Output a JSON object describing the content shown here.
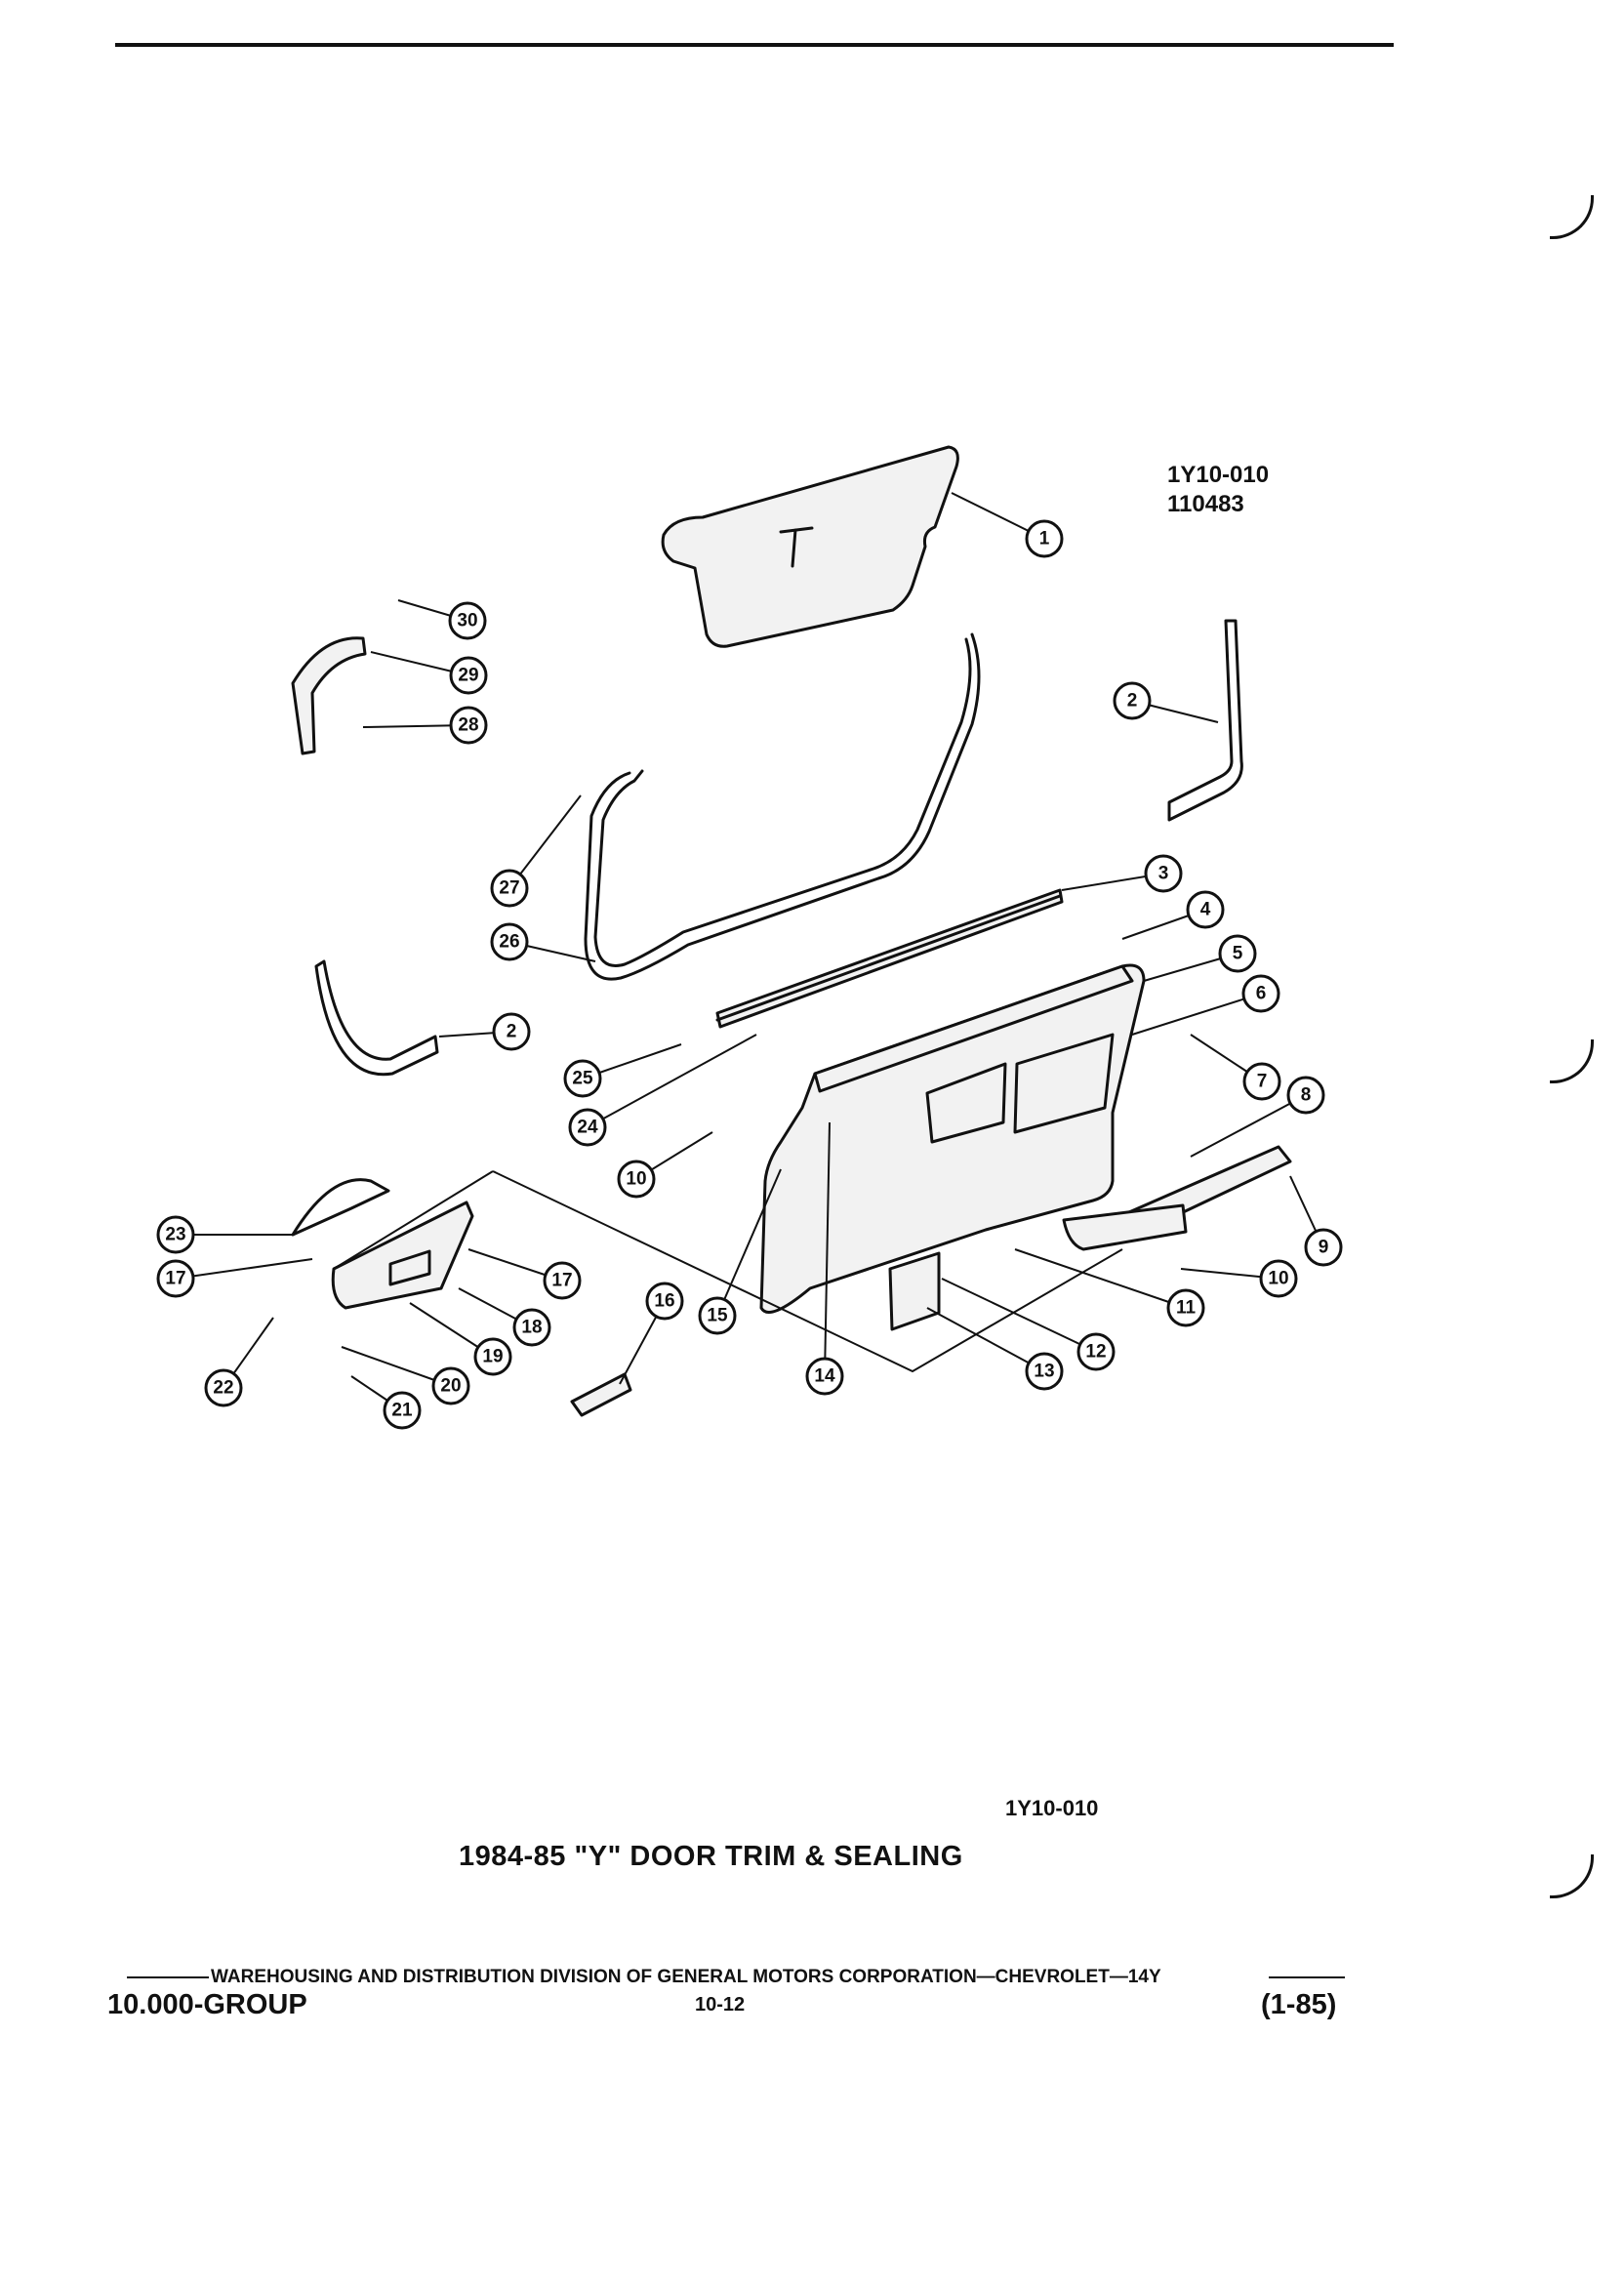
{
  "figure": {
    "code": "1Y10-010",
    "date_code": "110483",
    "id_bottom": "1Y10-010",
    "title": "1984-85 \"Y\" DOOR TRIM & SEALING"
  },
  "footer": {
    "credit": "WAREHOUSING AND DISTRIBUTION  DIVISION OF GENERAL MOTORS CORPORATION—CHEVROLET—14Y",
    "group": "10.000-GROUP",
    "page": "10-12",
    "revision": "(1-85)"
  },
  "callouts": [
    {
      "label": "1"
    },
    {
      "label": "2"
    },
    {
      "label": "2"
    },
    {
      "label": "3"
    },
    {
      "label": "4"
    },
    {
      "label": "5"
    },
    {
      "label": "6"
    },
    {
      "label": "7"
    },
    {
      "label": "8"
    },
    {
      "label": "9"
    },
    {
      "label": "10"
    },
    {
      "label": "10"
    },
    {
      "label": "11"
    },
    {
      "label": "12"
    },
    {
      "label": "13"
    },
    {
      "label": "14"
    },
    {
      "label": "15"
    },
    {
      "label": "16"
    },
    {
      "label": "17"
    },
    {
      "label": "17"
    },
    {
      "label": "18"
    },
    {
      "label": "19"
    },
    {
      "label": "20"
    },
    {
      "label": "21"
    },
    {
      "label": "22"
    },
    {
      "label": "23"
    },
    {
      "label": "24"
    },
    {
      "label": "25"
    },
    {
      "label": "26"
    },
    {
      "label": "27"
    },
    {
      "label": "28"
    },
    {
      "label": "29"
    },
    {
      "label": "30"
    }
  ]
}
